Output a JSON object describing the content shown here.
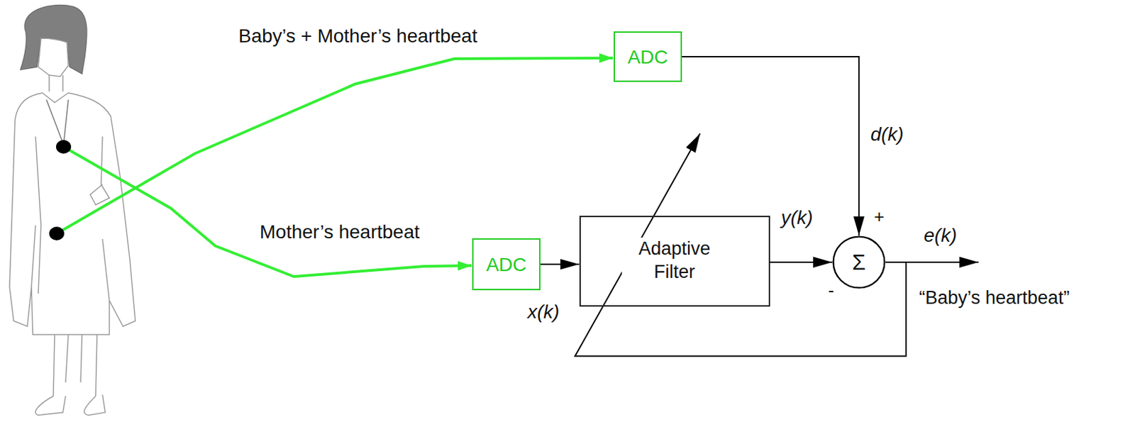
{
  "diagram": {
    "nodes": [
      {
        "text": [
          "ADC"
        ]
      },
      {
        "text": [
          "ADC"
        ]
      },
      {
        "text": [
          "Adaptive Filter"
        ]
      },
      {
        "text": [
          "Σ"
        ]
      }
    ],
    "edges": [
      {
        "from": 0,
        "to": 3,
        "arrow": "to",
        "label": "d(k)"
      },
      {
        "from": 1,
        "to": 2,
        "arrow": "to",
        "label": "x(k)"
      },
      {
        "from": 2,
        "to": 3,
        "arrow": "to",
        "label": "y(k)"
      },
      {
        "from": 3,
        "to": 2,
        "arrow": "to"
      }
    ],
    "labels": [
      "Baby’s + Mother’s heartbeat",
      "Mother’s heartbeat",
      "+",
      "-",
      "e(k)",
      "“Baby’s heartbeat”"
    ]
  }
}
